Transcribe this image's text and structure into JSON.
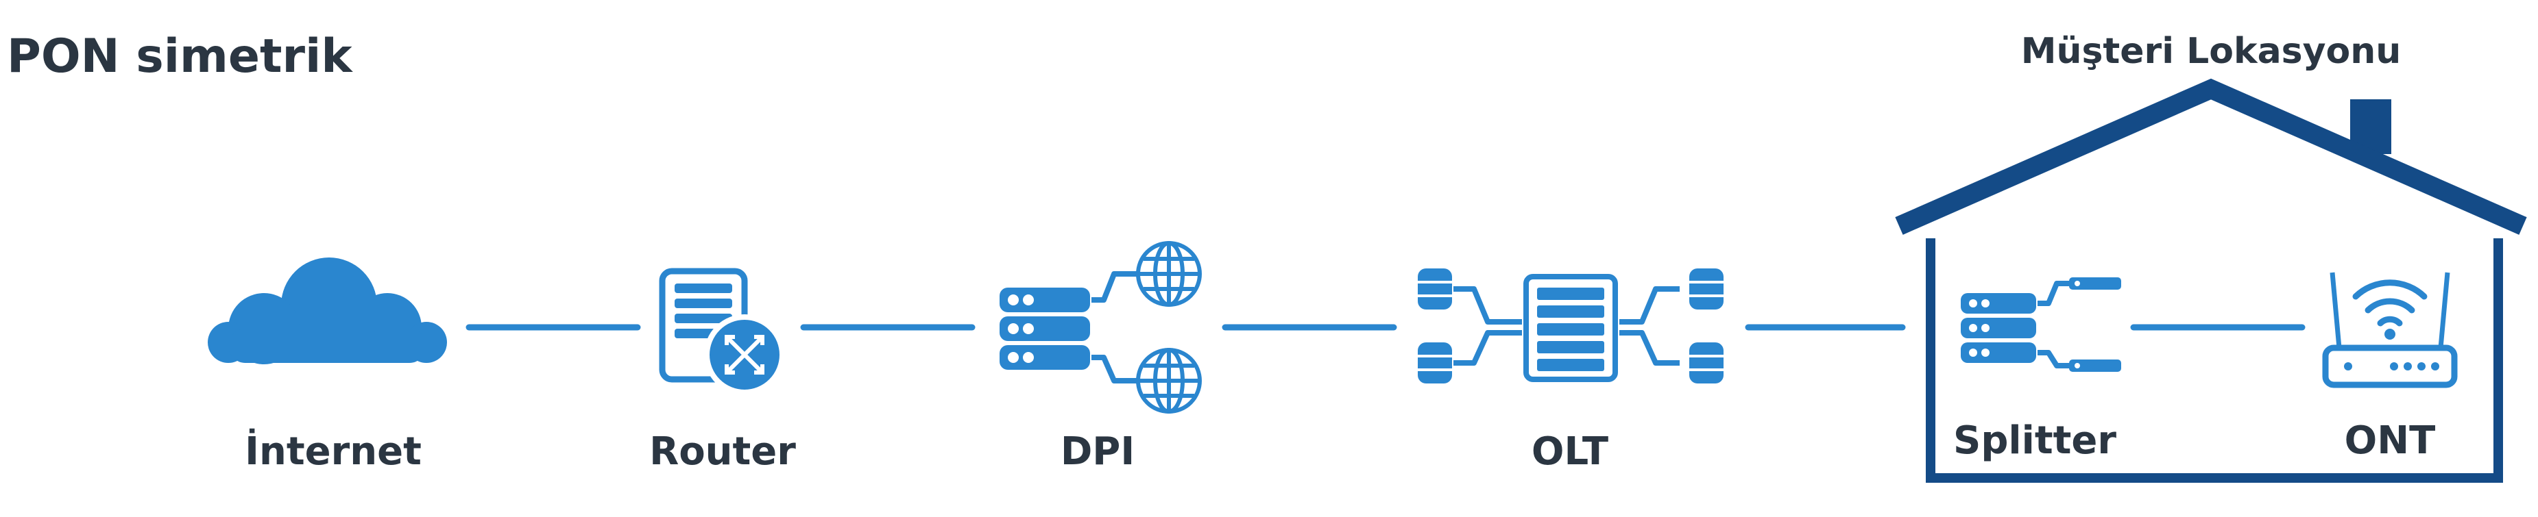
{
  "title": "PON simetrik",
  "customer_location": "Müşteri Lokasyonu",
  "nodes": [
    {
      "label": "İnternet",
      "icon": "cloud-icon"
    },
    {
      "label": "Router",
      "icon": "router-icon"
    },
    {
      "label": "DPI",
      "icon": "dpi-server-icon"
    },
    {
      "label": "OLT",
      "icon": "olt-icon"
    },
    {
      "label": "Splitter",
      "icon": "splitter-icon"
    },
    {
      "label": "ONT",
      "icon": "ont-wifi-router-icon"
    }
  ],
  "colors": {
    "accent": "#2a86cf",
    "house": "#144b87",
    "text": "#2b3642"
  }
}
